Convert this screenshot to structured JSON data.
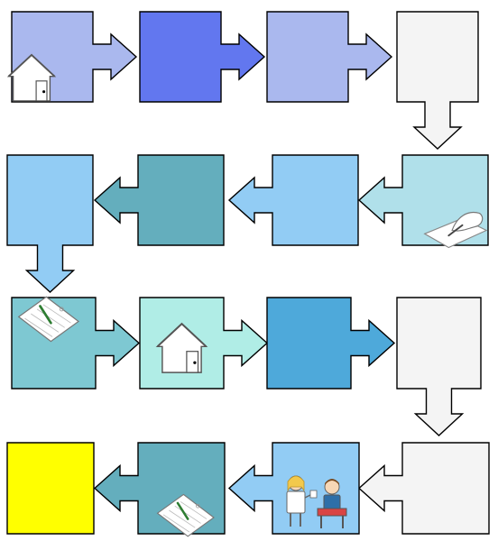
{
  "colors": {
    "periwinkle": "#aab8ee",
    "royal_blue": "#6277ef",
    "light_gray": "#f4f4f4",
    "sky_blue": "#92ccf4",
    "teal": "#64aebd",
    "pale_cyan": "#b0e0ea",
    "blue_green": "#7ec8d2",
    "aqua": "#b0ede6",
    "ocean_blue": "#4ea9da",
    "yellow": "#ffff00",
    "outline": "#000000"
  },
  "tiles": [
    {
      "row": 1,
      "position": 1,
      "color": "periwinkle",
      "arrow": "right",
      "icon": "house-icon"
    },
    {
      "row": 1,
      "position": 2,
      "color": "royal_blue",
      "arrow": "right",
      "icon": ""
    },
    {
      "row": 1,
      "position": 3,
      "color": "periwinkle",
      "arrow": "right",
      "icon": ""
    },
    {
      "row": 1,
      "position": 4,
      "color": "light_gray",
      "arrow": "down",
      "icon": ""
    },
    {
      "row": 2,
      "position": 1,
      "color": "pale_cyan",
      "arrow": "left",
      "icon": "drawing-hand-icon"
    },
    {
      "row": 2,
      "position": 2,
      "color": "sky_blue",
      "arrow": "left",
      "icon": ""
    },
    {
      "row": 2,
      "position": 3,
      "color": "teal",
      "arrow": "left",
      "icon": ""
    },
    {
      "row": 2,
      "position": 4,
      "color": "sky_blue",
      "arrow": "down",
      "icon": ""
    },
    {
      "row": 3,
      "position": 1,
      "color": "blue_green",
      "arrow": "right",
      "icon": "notebook-pen-icon"
    },
    {
      "row": 3,
      "position": 2,
      "color": "aqua",
      "arrow": "right",
      "icon": "house-icon"
    },
    {
      "row": 3,
      "position": 3,
      "color": "ocean_blue",
      "arrow": "right",
      "icon": ""
    },
    {
      "row": 3,
      "position": 4,
      "color": "light_gray",
      "arrow": "down",
      "icon": ""
    },
    {
      "row": 4,
      "position": 1,
      "color": "light_gray",
      "arrow": "left",
      "icon": ""
    },
    {
      "row": 4,
      "position": 2,
      "color": "sky_blue",
      "arrow": "left",
      "icon": "children-icon"
    },
    {
      "row": 4,
      "position": 3,
      "color": "teal",
      "arrow": "left",
      "icon": "notebook-pen-icon"
    },
    {
      "row": 4,
      "position": 4,
      "color": "yellow",
      "arrow": "none",
      "icon": ""
    }
  ]
}
